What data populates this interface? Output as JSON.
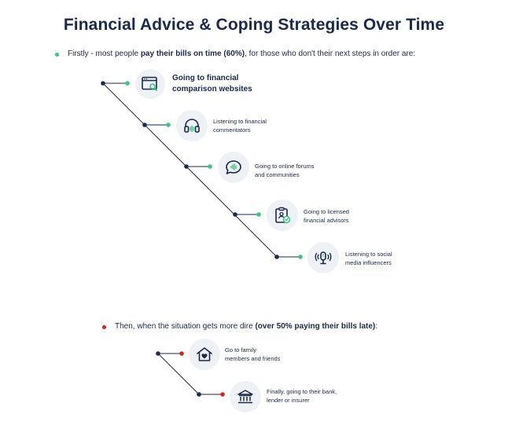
{
  "title": "Financial Advice & Coping Strategies Over Time",
  "colors": {
    "navy": "#1b2a4a",
    "green": "#3fc380",
    "red": "#c62828",
    "icon_bg": "#eef1f5"
  },
  "section1": {
    "intro_prefix": "Firstly - most people ",
    "intro_bold": "pay their bills on time (60%)",
    "intro_suffix": ", for those who don't their next steps in order are:",
    "steps": [
      {
        "line1": "Going to financial",
        "line2": "comparison websites",
        "icon": "browser-search-icon"
      },
      {
        "line1": "Listening to financial",
        "line2": "commentators",
        "icon": "headphones-icon"
      },
      {
        "line1": "Going to online forums",
        "line2": "and communities",
        "icon": "chat-bubble-icon"
      },
      {
        "line1": "Going to licensed",
        "line2": "financial advisors",
        "icon": "clipboard-check-icon"
      },
      {
        "line1": "Listening to social",
        "line2": "media influencers",
        "icon": "podcast-microphone-icon"
      }
    ]
  },
  "section2": {
    "intro_prefix": "Then, when the situation gets more dire ",
    "intro_bold": "(over 50% paying their bills late)",
    "intro_suffix": ":",
    "steps": [
      {
        "line1": "Go to family",
        "line2": "members and friends",
        "icon": "house-heart-icon"
      },
      {
        "line1": "Finally, going to their bank,",
        "line2": "lender or insurer",
        "icon": "bank-icon"
      }
    ]
  }
}
